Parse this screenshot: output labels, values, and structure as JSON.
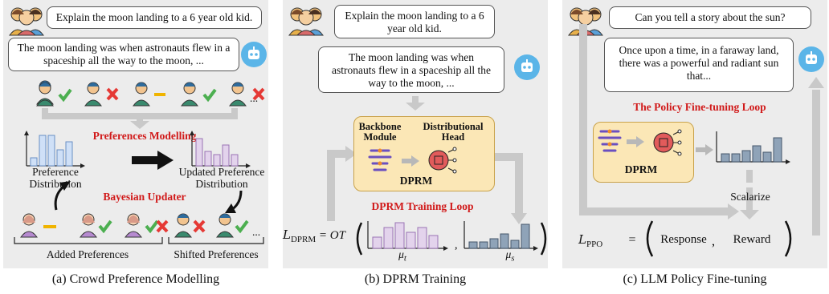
{
  "panel_a": {
    "prompt": "Explain the moon landing to a 6 year old kid.",
    "response": "The moon landing was when astronauts flew in a spaceship all the way to the moon, ...",
    "title_modelling": "Preferences Modelling",
    "pref_dist": "Preference Distribution",
    "updated_dist": "Updated Preference Distribution",
    "bayes": "Bayesian Updater",
    "added": "Added Preferences",
    "shifted": "Shifted Preferences",
    "ellipsis": "...",
    "caption": "(a) Crowd Preference Modelling"
  },
  "panel_b": {
    "prompt": "Explain the moon landing to a 6 year old kid.",
    "response": "The moon landing was when astronauts flew in a spaceship all the way to the moon, ...",
    "backbone": "Backbone Module",
    "head": "Distributional Head",
    "dprm": "DPRM",
    "loop": "DPRM Training Loop",
    "loss_lhs": "L",
    "loss_sub": "DPRM",
    "loss_eq": "= OT",
    "mu_t": "μ",
    "mu_t_sub": "t",
    "mu_s": "μ",
    "mu_s_sub": "s",
    "caption": "(b) DPRM Training"
  },
  "panel_c": {
    "prompt": "Can you tell a story about the sun?",
    "response": "Once upon a time, in a faraway land, there was a powerful and radiant sun that...",
    "loop": "The Policy Fine-tuning Loop",
    "dprm": "DPRM",
    "scalarize": "Scalarize",
    "loss_lhs": "L",
    "loss_sub": "PPO",
    "response_word": "Response",
    "reward_word": "Reward",
    "caption": "(c) LLM Policy Fine-tuning"
  },
  "colors": {
    "blue_bar": "#cfe0f7",
    "purple_bar": "#e3d3ec",
    "slate_bar": "#8fa3b8",
    "red_title": "#d11a1a",
    "yellow_box": "#fbe7b6"
  }
}
